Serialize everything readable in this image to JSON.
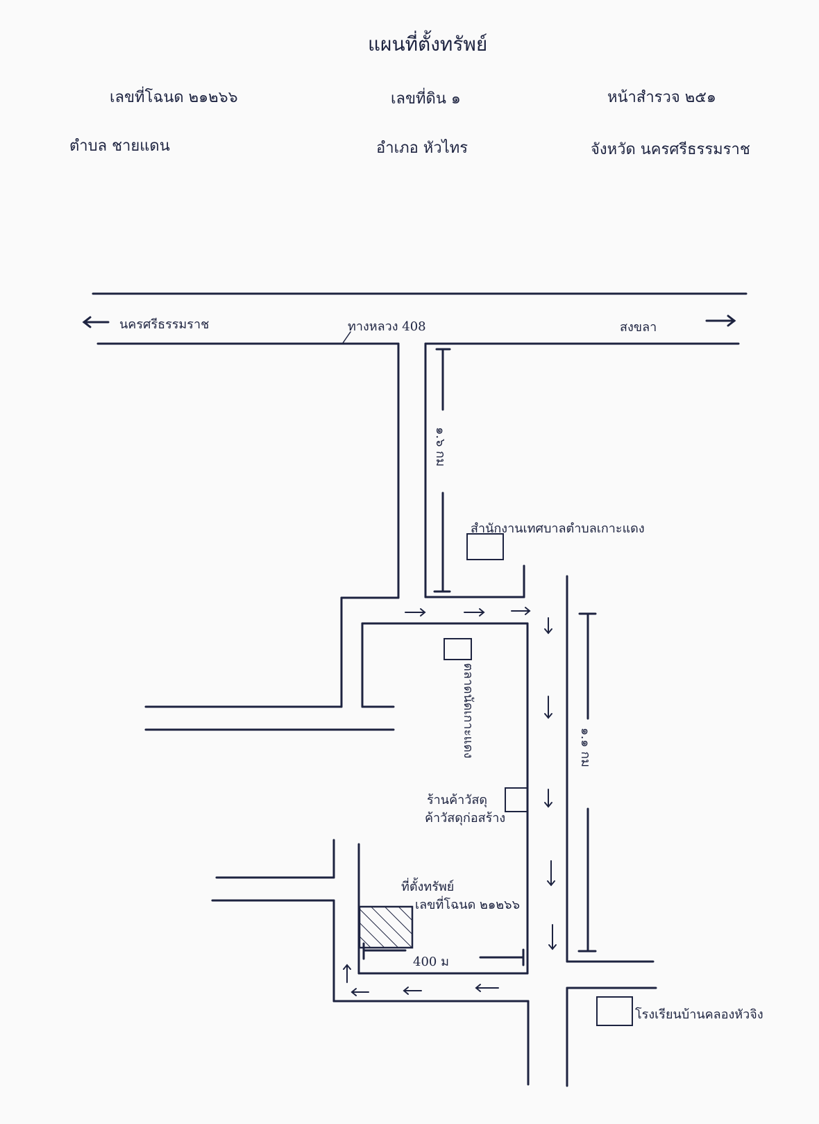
{
  "header": {
    "title": "แผนที่ตั้งทรัพย์",
    "deed_number": "เลขที่โฉนด ๒๑๒๖๖",
    "land_number": "เลขที่ดิน ๑",
    "survey_page": "หน้าสำรวจ ๒๕๑",
    "subdistrict": "ตำบล ชายแดน",
    "district": "อำเภอ หัวไทร",
    "province": "จังหวัด นครศรีธรรมราช"
  },
  "map": {
    "left_arrow": "←",
    "right_arrow": "→",
    "destination_left": "นครศรีธรรมราช",
    "highway_label": "ทางหลวง 408",
    "destination_right": "สงขลา",
    "distance_1": "๑.๖ กม",
    "distance_2": "๑.๑ กม",
    "distance_3": "400 ม",
    "landmark_office": "สำนักงานเทศบาลตำบลเกาะแดง",
    "landmark_market": "ตลาดนัดเกาะแดง",
    "landmark_shop_line1": "ร้านค้าวัสดุ",
    "landmark_shop_line2": "ค้าวัสดุก่อสร้าง",
    "property_line1": "ที่ตั้งทรัพย์",
    "property_line2": "เลขที่โฉนด ๒๑๒๖๖",
    "landmark_school": "โรงเรียนบ้านคลองหัวจิง"
  },
  "colors": {
    "ink": "#1d2340",
    "paper": "#fafafa"
  }
}
